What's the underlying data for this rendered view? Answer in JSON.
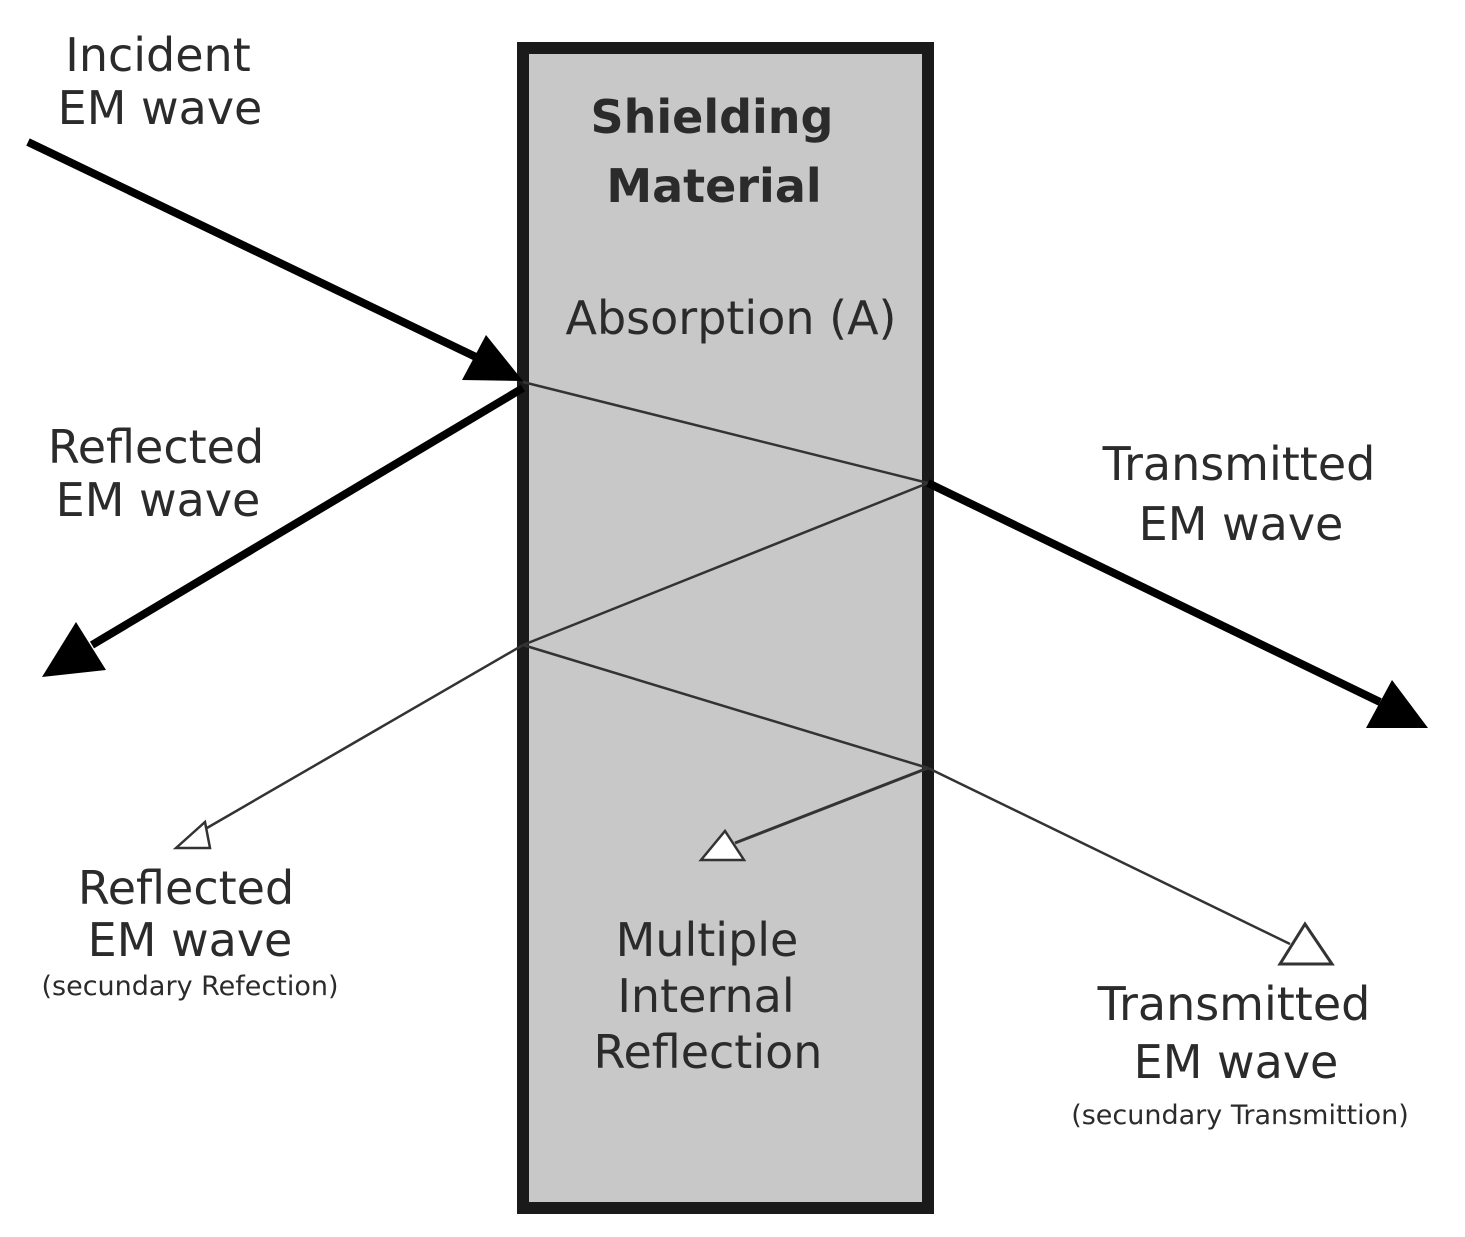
{
  "colors": {
    "shield_fill": "#c8c8c8",
    "shield_border": "#1a1a1a",
    "primary_wave": "#000000",
    "secondary_wave": "#333333",
    "hollow_arrow_fill": "#ffffff",
    "text": "#2b2b2b"
  },
  "shield": {
    "title_line1": "Shielding",
    "title_line2": "Material",
    "absorption": "Absorption (A)"
  },
  "incident": {
    "line1": "Incident",
    "line2": "EM wave"
  },
  "reflected": {
    "line1": "Reflected",
    "line2": "EM wave"
  },
  "transmitted": {
    "line1": "Transmitted",
    "line2": "EM wave"
  },
  "secondary_reflected": {
    "line1": "Reflected",
    "line2": "EM wave",
    "note": "(secundary Refection)"
  },
  "internal": {
    "line1": "Multiple",
    "line2": "Internal",
    "line3": "Reflection"
  },
  "secondary_transmitted": {
    "line1": "Transmitted",
    "line2": "EM wave",
    "note": "(secundary Transmittion)"
  }
}
